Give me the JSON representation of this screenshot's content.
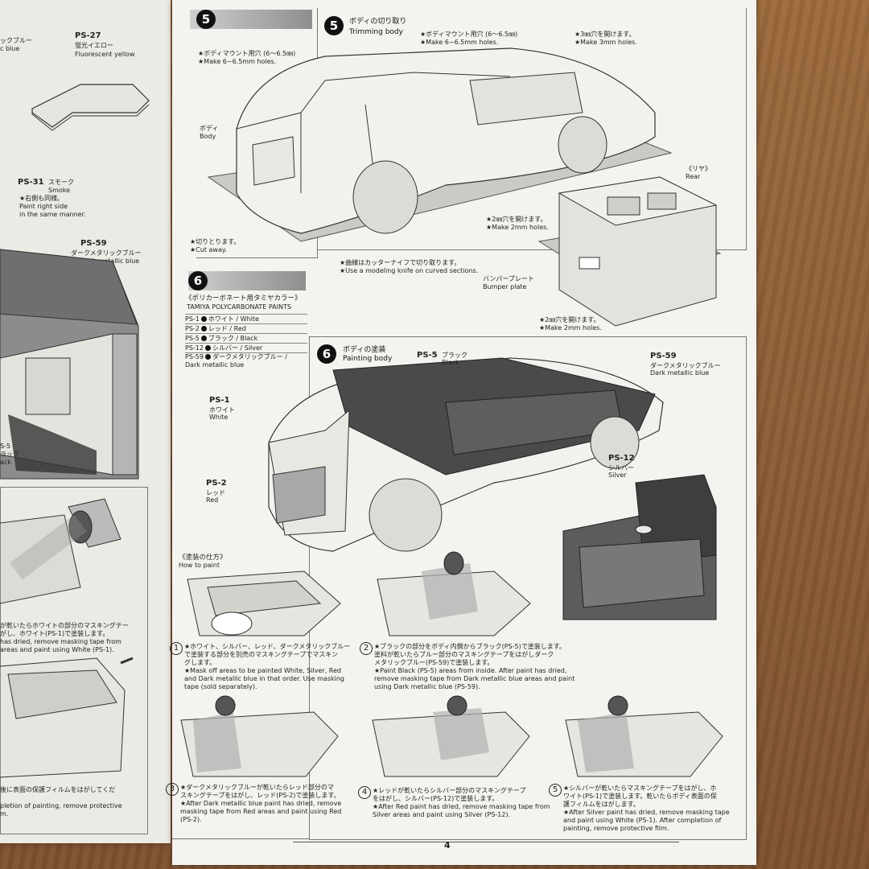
{
  "left_page": {
    "ps27_label": "PS-27",
    "ps27_jp": "蛍光イエロー",
    "ps27_en": "Fluorescent yellow",
    "top_partial": "ックブルー\nc blue",
    "ps31_label": "PS-31",
    "ps31_jp": "スモーク",
    "ps31_en": "Smoke",
    "ps31_note": "★右側も同様。\nPaint right side\nin the same manner.",
    "ps59_label": "PS-59",
    "ps59_jp": "ダークメタリックブルー",
    "ps59_en": "Dark metallic blue",
    "ps5_partial": "S-5\nラック\nack",
    "white_note": "が乾いたらホワイトの部分のマスキングテー\nがし、ホワイト(PS-1)で塗装します。\nhas dried, remove masking tape from\nareas and paint using White (PS-1).",
    "final_note": "後に表面の保護フィルムをはがしてくだ\n\npletion of painting, remove protective\nm."
  },
  "step5": {
    "number": "5",
    "title_jp": "ボディの切り取り",
    "title_en": "Trimming body",
    "mount_left": "★ボディマウント用穴 (6〜6.5㎜)\n★Make 6~6.5mm holes.",
    "mount_mid": "★ボディマウント用穴 (6〜6.5㎜)\n★Make 6~6.5mm holes.",
    "holes3": "★3㎜穴を開けます。\n★Make 3mm holes.",
    "body_label": "ボディ\nBody",
    "cut_away": "★切りとります。\n★Cut away.",
    "knife": "★曲線はカッターナイフで切り取ります。\n★Use a modeling knife on curved sections.",
    "rear": "《リヤ》\nRear",
    "holes2a": "★2㎜穴を開けます。\n★Make 2mm holes.",
    "bumper": "バンパープレート\nBumper plate",
    "holes2b": "★2㎜穴を開けます。\n★Make 2mm holes."
  },
  "step6": {
    "number": "6",
    "paints_header": "《ポリカーボネート用タミヤカラー》",
    "paints_header_en": "TAMIYA POLYCARBONATE PAINTS",
    "paints": [
      {
        "code": "PS-1",
        "name": "ホワイト / White"
      },
      {
        "code": "PS-2",
        "name": "レッド / Red"
      },
      {
        "code": "PS-5",
        "name": "ブラック / Black"
      },
      {
        "code": "PS-12",
        "name": "シルバー / Silver"
      },
      {
        "code": "PS-59",
        "name": "ダークメタリックブルー /\nDark metallic blue"
      }
    ],
    "title_jp": "ボディの塗装",
    "title_en": "Painting body",
    "ps5_code": "PS-5",
    "ps5_jp": "ブラック",
    "ps5_en": "Black",
    "ps59_code": "PS-59",
    "ps59_jp": "ダークメタリックブルー",
    "ps59_en": "Dark metallic blue",
    "ps1_code": "PS-1",
    "ps1_jp": "ホワイト",
    "ps1_en": "White",
    "ps12_code": "PS-12",
    "ps12_jp": "シルバー",
    "ps12_en": "Silver",
    "ps2_code": "PS-2",
    "ps2_jp": "レッド",
    "ps2_en": "Red",
    "how_to_jp": "《塗装の仕方》",
    "how_to_en": "How to paint",
    "steps": [
      {
        "num": "1",
        "text": "★ホワイト、シルバー、レッド、ダークメタリックブルー\nで塗装する部分を別売のマスキングテープでマスキン\nグします。\n★Mask off areas to be painted White, Silver, Red\nand Dark metallic blue in that order. Use masking\ntape (sold separately)."
      },
      {
        "num": "2",
        "text": "★ブラックの部分をボディ内側からブラック(PS-5)で塗装します。\n塗料が乾いたらブルー部分のマスキングテープをはがしダーク\nメタリックブルー(PS-59)で塗装します。\n★Paint Black (PS-5) areas from inside. After paint has dried,\nremove masking tape from Dark metallic blue areas and paint\nusing Dark metallic blue (PS-59)."
      },
      {
        "num": "3",
        "text": "★ダークメタリックブルーが乾いたらレッド部分のマ\nスキングテープをはがし、レッド(PS-2)で塗装します。\n★After Dark metallic blue paint has dried, remove\nmasking tape from Red areas and paint using Red\n(PS-2)."
      },
      {
        "num": "4",
        "text": "★レッドが乾いたらシルバー部分のマスキングテープ\nをはがし、シルバー(PS-12)で塗装します。\n★After Red paint has dried, remove masking tape from\nSilver areas and paint using Silver (PS-12)."
      },
      {
        "num": "5",
        "text": "★シルバーが乾いたらマスキングテープをはがし、ホ\nワイト(PS-1)で塗装します。乾いたらボディ表面の保\n護フィルムをはがします。\n★After Silver paint has dried, remove masking tape\nand paint using White (PS-1). After completion of\npainting, remove protective film."
      }
    ]
  },
  "page_number": "4"
}
